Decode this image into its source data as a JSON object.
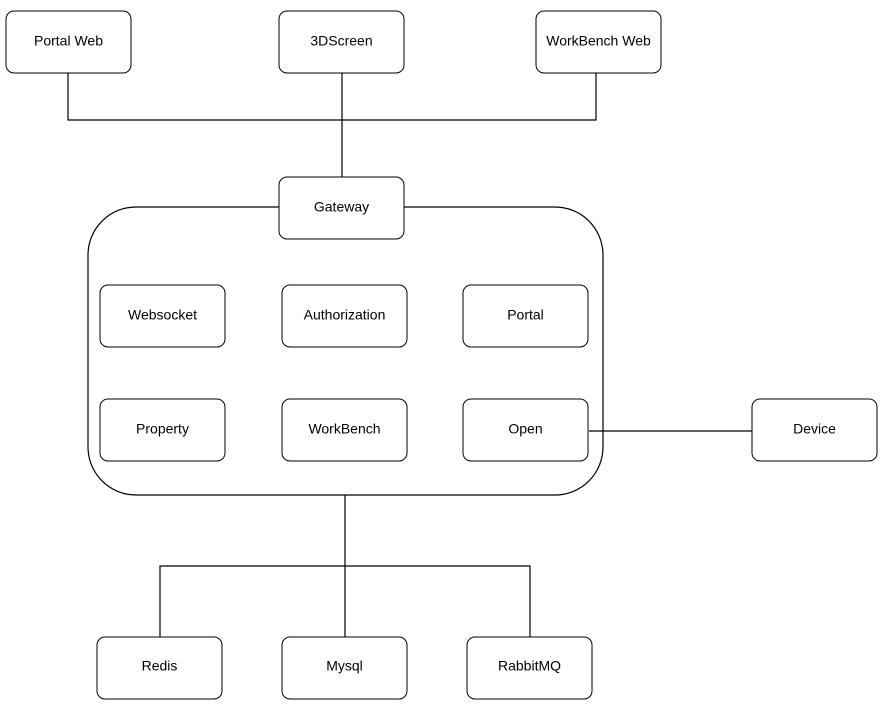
{
  "diagram": {
    "clients": {
      "portal_web": "Portal Web",
      "screen_3d": "3DScreen",
      "workbench_web": "WorkBench Web"
    },
    "gateway": "Gateway",
    "services": {
      "websocket": "Websocket",
      "authorization": "Authorization",
      "portal": "Portal",
      "property": "Property",
      "workbench": "WorkBench",
      "open": "Open"
    },
    "external": {
      "device": "Device"
    },
    "storage": {
      "redis": "Redis",
      "mysql": "Mysql",
      "rabbitmq": "RabbitMQ"
    }
  }
}
